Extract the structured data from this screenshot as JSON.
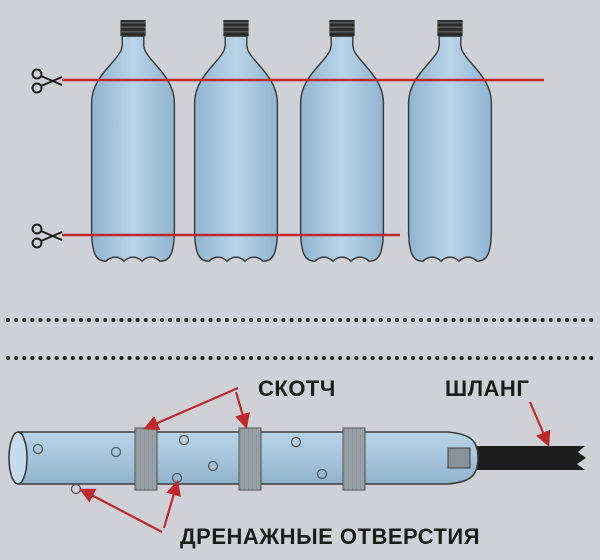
{
  "labels": {
    "tape": "СКОТЧ",
    "hose": "ШЛАНГ",
    "drain_holes": "ДРЕНАЖНЫЕ ОТВЕРСТИЯ"
  },
  "colors": {
    "background": "#cfd1d6",
    "bottle_fill": "#a8c6dd",
    "cut_line": "#c0282c",
    "tape": "#9aa2a8",
    "hose": "#1d1d1d",
    "outline": "#3a3a3a",
    "dots": "#555555"
  },
  "icons": {
    "cut_marker": "scissors-icon"
  },
  "counts": {
    "bottles": 4,
    "cut_lines": 2,
    "tape_bands": 3
  }
}
